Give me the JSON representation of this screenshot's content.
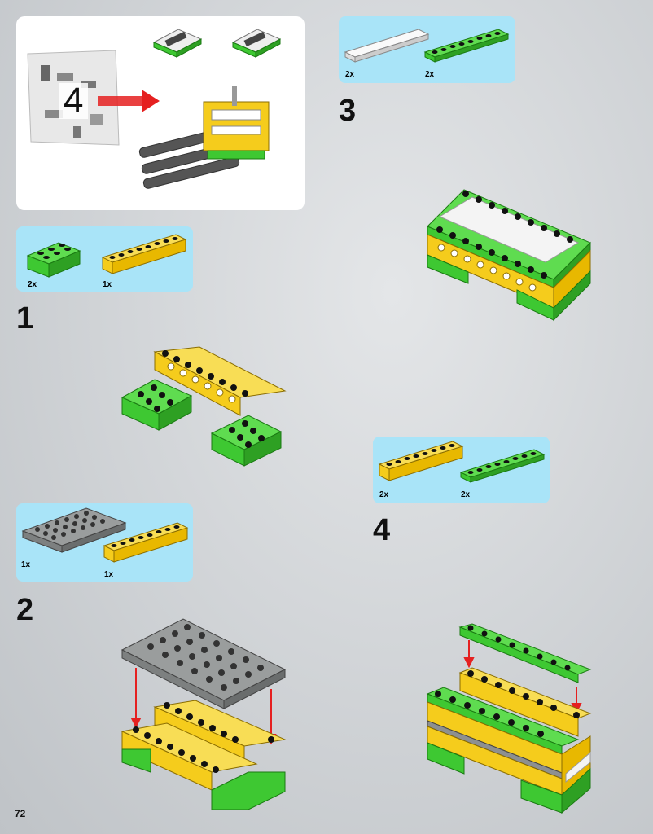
{
  "page_number": "72",
  "subassembly": {
    "bag_number": "4"
  },
  "steps": [
    {
      "number": "1",
      "parts": [
        {
          "qty": "2x",
          "name": "green-2x3-brick"
        },
        {
          "qty": "1x",
          "name": "yellow-1x8-technic-brick"
        }
      ]
    },
    {
      "number": "2",
      "parts": [
        {
          "qty": "1x",
          "name": "dark-gray-6x8-plate"
        },
        {
          "qty": "1x",
          "name": "yellow-1x8-technic-brick"
        }
      ]
    },
    {
      "number": "3",
      "parts": [
        {
          "qty": "2x",
          "name": "white-1x8-tile"
        },
        {
          "qty": "2x",
          "name": "green-1x8-plate"
        }
      ]
    },
    {
      "number": "4",
      "parts": [
        {
          "qty": "2x",
          "name": "yellow-1x8-technic-brick"
        },
        {
          "qty": "2x",
          "name": "green-1x8-plate"
        }
      ]
    }
  ],
  "colors": {
    "lego_green": "#3ec832",
    "lego_yellow": "#f5cc1c",
    "lego_gray": "#8d9090",
    "lego_white": "#f4f4f4",
    "parts_panel": "#a9e4f8",
    "arrow_red": "#e52020"
  }
}
